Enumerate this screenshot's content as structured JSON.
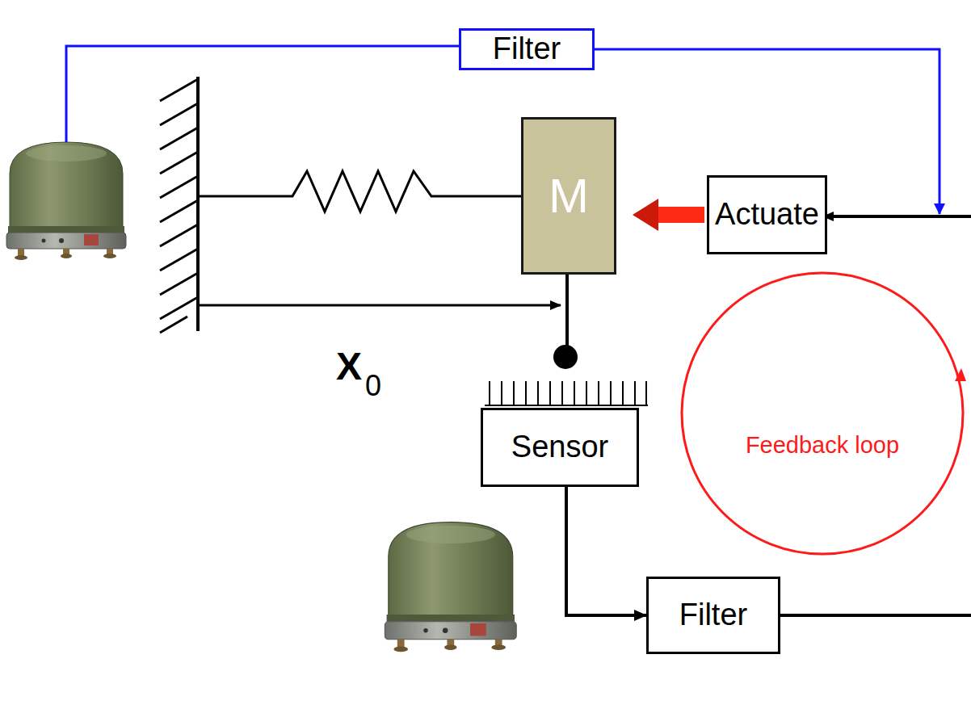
{
  "diagram": {
    "nodes": [
      {
        "text": [
          "Filter"
        ]
      },
      {
        "text": [
          "M"
        ]
      },
      {
        "text": [
          "Actuate"
        ]
      },
      {
        "text": [
          "Feedback loop"
        ]
      },
      {
        "text": [
          "Sensor"
        ]
      },
      {
        "text": [
          "Filter"
        ]
      }
    ],
    "edges": [
      {
        "from": 0,
        "to": 2,
        "arrow": "to"
      },
      {
        "from": 2,
        "to": 1,
        "arrow": "to"
      },
      {
        "from": 4,
        "to": 5,
        "arrow": "to"
      }
    ],
    "labels": [
      "X",
      "0"
    ]
  }
}
